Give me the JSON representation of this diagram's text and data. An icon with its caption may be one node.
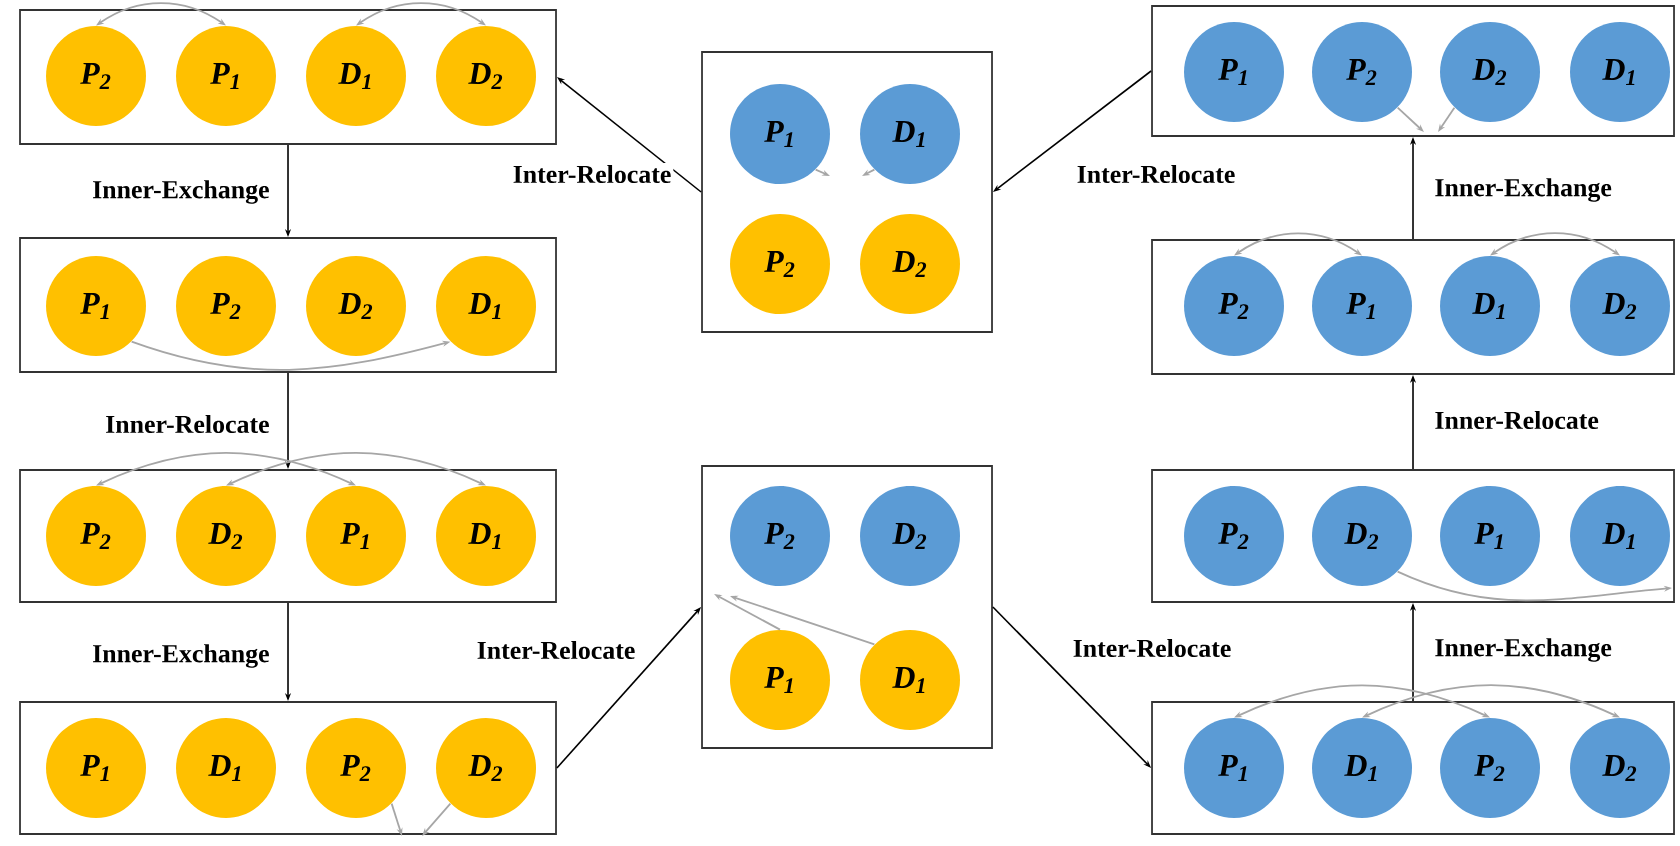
{
  "diagram": {
    "nodes": [
      {
        "text": [],
        "shape": "box"
      },
      {
        "text": [
          "P$_{2}$"
        ],
        "in": 0
      },
      {
        "text": [
          "P$_{1}$"
        ],
        "in": 0
      },
      {
        "text": [
          "D$_{1}$"
        ],
        "in": 0
      },
      {
        "text": [
          "D$_{2}$"
        ],
        "in": 0
      },
      {
        "text": [],
        "shape": "box"
      },
      {
        "text": [
          "P$_{1}$"
        ],
        "in": 5
      },
      {
        "text": [
          "P$_{2}$"
        ],
        "in": 5
      },
      {
        "text": [
          "D$_{2}$"
        ],
        "in": 5
      },
      {
        "text": [
          "D$_{1}$"
        ],
        "in": 5
      },
      {
        "text": [],
        "shape": "box"
      },
      {
        "text": [
          "P$_{2}$"
        ],
        "in": 10
      },
      {
        "text": [
          "D$_{2}$"
        ],
        "in": 10
      },
      {
        "text": [
          "P$_{1}$"
        ],
        "in": 10
      },
      {
        "text": [
          "D$_{1}$"
        ],
        "in": 10
      },
      {
        "text": [],
        "shape": "box"
      },
      {
        "text": [
          "P$_{1}$"
        ],
        "in": 15
      },
      {
        "text": [
          "D$_{1}$"
        ],
        "in": 15
      },
      {
        "text": [
          "P$_{2}$"
        ],
        "in": 15
      },
      {
        "text": [
          "D$_{2}$"
        ],
        "in": 15
      },
      {
        "text": [],
        "shape": "box"
      },
      {
        "text": [
          "P$_{1}$"
        ],
        "in": 20
      },
      {
        "text": [
          "D$_{1}$"
        ],
        "in": 20
      },
      {
        "text": [
          "P$_{2}$"
        ],
        "in": 20
      },
      {
        "text": [
          "D$_{2}$"
        ],
        "in": 20
      },
      {
        "text": [],
        "shape": "box"
      },
      {
        "text": [
          "P$_{2}$"
        ],
        "in": 25
      },
      {
        "text": [
          "D$_{2}$"
        ],
        "in": 25
      },
      {
        "text": [
          "P$_{1}$"
        ],
        "in": 25
      },
      {
        "text": [
          "D$_{1}$"
        ],
        "in": 25
      },
      {
        "text": [],
        "shape": "box"
      },
      {
        "text": [
          "P$_{1}$"
        ],
        "in": 30
      },
      {
        "text": [
          "P$_{2}$"
        ],
        "in": 30
      },
      {
        "text": [
          "D$_{2}$"
        ],
        "in": 30
      },
      {
        "text": [
          "D$_{1}$"
        ],
        "in": 30
      },
      {
        "text": [],
        "shape": "box"
      },
      {
        "text": [
          "P$_{2}$"
        ],
        "in": 35
      },
      {
        "text": [
          "P$_{1}$"
        ],
        "in": 35
      },
      {
        "text": [
          "D$_{1}$"
        ],
        "in": 35
      },
      {
        "text": [
          "D$_{2}$"
        ],
        "in": 35
      },
      {
        "text": [],
        "shape": "box"
      },
      {
        "text": [
          "P$_{2}$"
        ],
        "in": 40
      },
      {
        "text": [
          "D$_{2}$"
        ],
        "in": 40
      },
      {
        "text": [
          "P$_{1}$"
        ],
        "in": 40
      },
      {
        "text": [
          "D$_{1}$"
        ],
        "in": 40
      },
      {
        "text": [],
        "shape": "box"
      },
      {
        "text": [
          "P$_{1}$"
        ],
        "in": 45
      },
      {
        "text": [
          "D$_{1}$"
        ],
        "in": 45
      },
      {
        "text": [
          "P$_{2}$"
        ],
        "in": 45
      },
      {
        "text": [
          "D$_{2}$"
        ],
        "in": 45
      }
    ],
    "edges": [
      {
        "from": 0,
        "to": 5,
        "arrow": "to",
        "label": "Inner-Exchange",
        "color": "#000000"
      },
      {
        "from": 5,
        "to": 10,
        "arrow": "to",
        "label": "Inner-Relocate",
        "color": "#000000"
      },
      {
        "from": 10,
        "to": 15,
        "arrow": "to",
        "label": "Inner-Exchange",
        "color": "#000000"
      },
      {
        "from": 15,
        "to": 25,
        "arrow": "to",
        "label": "Inter-Relocate",
        "color": "#000000"
      },
      {
        "from": 25,
        "to": 45,
        "arrow": "to",
        "label": "Inter-Relocate",
        "color": "#000000"
      },
      {
        "from": 45,
        "to": 40,
        "arrow": "to",
        "label": "Inner-Exchange",
        "color": "#000000"
      },
      {
        "from": 40,
        "to": 35,
        "arrow": "to",
        "label": "Inner-Relocate",
        "color": "#000000"
      },
      {
        "from": 35,
        "to": 30,
        "arrow": "to",
        "label": "Inner-Exchange",
        "color": "#000000"
      },
      {
        "from": 30,
        "to": 20,
        "arrow": "to",
        "label": "Inter-Relocate",
        "color": "#000000"
      },
      {
        "from": 20,
        "to": 0,
        "arrow": "to",
        "label": "Inter-Relocate",
        "color": "#000000"
      },
      {
        "from": 1,
        "to": 2,
        "arrow": "both"
      },
      {
        "from": 3,
        "to": 4,
        "arrow": "both"
      },
      {
        "from": 6,
        "to": 9,
        "arrow": "to"
      },
      {
        "from": 11,
        "to": 13,
        "arrow": "both"
      },
      {
        "from": 12,
        "to": 14,
        "arrow": "both"
      },
      {
        "from": 18,
        "to": null,
        "arrow": "to"
      },
      {
        "from": 19,
        "to": null,
        "arrow": "to"
      },
      {
        "from": 21,
        "to": null,
        "arrow": "to"
      },
      {
        "from": 22,
        "to": null,
        "arrow": "to"
      },
      {
        "from": 28,
        "to": null,
        "arrow": "to"
      },
      {
        "from": 29,
        "to": null,
        "arrow": "to"
      },
      {
        "from": 32,
        "to": null,
        "arrow": "to"
      },
      {
        "from": 33,
        "to": null,
        "arrow": "to"
      },
      {
        "from": 36,
        "to": 37,
        "arrow": "both"
      },
      {
        "from": 38,
        "to": 39,
        "arrow": "both"
      },
      {
        "from": 42,
        "to": null,
        "arrow": "to"
      },
      {
        "from": 46,
        "to": 48,
        "arrow": "both"
      },
      {
        "from": 47,
        "to": 49,
        "arrow": "both"
      }
    ]
  }
}
